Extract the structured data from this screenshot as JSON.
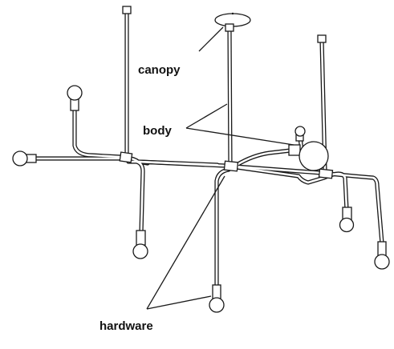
{
  "labels": {
    "canopy": "canopy",
    "body": "body",
    "hardware": "hardware"
  },
  "colors": {
    "line": "#1a1a1a",
    "background": "#ffffff",
    "text": "#111111"
  }
}
